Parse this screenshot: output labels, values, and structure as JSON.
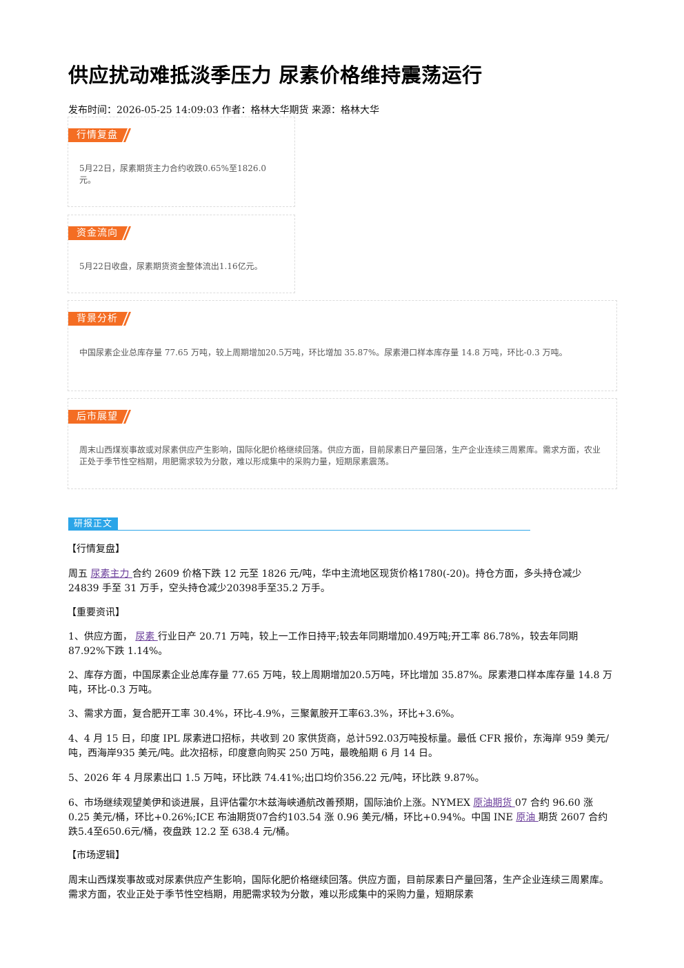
{
  "title": "供应扰动难抵淡季压力 尿素价格维持震荡运行",
  "meta": "发布时间：2026-05-25 14:09:03 作者：格林大华期货 来源：格林大华",
  "cards": {
    "review": {
      "tag": "行情复盘",
      "text": "5月22日，尿素期货主力合约收跌0.65%至1826.0元。"
    },
    "fund": {
      "tag": "资金流向",
      "text": "5月22日收盘，尿素期货资金整体流出1.16亿元。"
    },
    "background": {
      "tag": "背景分析",
      "text": "中国尿素企业总库存量 77.65 万吨，较上周期增加20.5万吨，环比增加 35.87%。尿素港口样本库存量 14.8 万吨，环比-0.3 万吨。"
    },
    "outlook": {
      "tag": "后市展望",
      "text": "周末山西煤炭事故或对尿素供应产生影响，国际化肥价格继续回落。供应方面，目前尿素日产量回落，生产企业连续三周累库。需求方面，农业正处于季节性空档期，用肥需求较为分散，难以形成集中的采购力量，短期尿素震荡。"
    }
  },
  "report": {
    "tag": "研报正文",
    "h_review": "【行情复盘】",
    "p_review": {
      "a": "周五 ",
      "link": "尿素主力 ",
      "b": "合约 2609 价格下跌 12 元至 1826 元/吨，华中主流地区现货价格1780(-20)。持仓方面，多头持仓减少 24839 手至 31 万手，空头持仓减少20398手至35.2 万手。"
    },
    "h_news": "【重要资讯】",
    "n1": {
      "a": "1、供应方面， ",
      "link": "尿素 ",
      "b": "行业日产 20.71 万吨，较上一工作日持平;较去年同期增加0.49万吨;开工率 86.78%，较去年同期 87.92%下跌 1.14%。"
    },
    "n2": "2、库存方面，中国尿素企业总库存量 77.65 万吨，较上周期增加20.5万吨，环比增加 35.87%。尿素港口样本库存量 14.8 万吨，环比-0.3 万吨。",
    "n3": "3、需求方面，复合肥开工率 30.4%，环比-4.9%，三聚氰胺开工率63.3%，环比+3.6%。",
    "n4": "4、4 月 15 日，印度 IPL 尿素进口招标，共收到 20 家供货商，总计592.03万吨投标量。最低 CFR 报价，东海岸 959 美元/吨，西海岸935 美元/吨。此次招标，印度意向购买 250 万吨，最晚船期 6 月 14 日。",
    "n5": "5、2026 年 4 月尿素出口 1.5 万吨，环比跌 74.41%;出口均价356.22 元/吨，环比跌 9.87%。",
    "n6": {
      "a": "6、市场继续观望美伊和谈进展，且评估霍尔木兹海峡通航改善预期，国际油价上涨。NYMEX ",
      "link1": "原油期货 ",
      "b": "07 合约 96.60 涨 0.25 美元/桶，环比+0.26%;ICE 布油期货07合约103.54 涨 0.96 美元/桶，环比+0.94%。中国 INE ",
      "link2": "原油 ",
      "c": "期货 2607 合约跌5.4至650.6元/桶，夜盘跌 12.2 至 638.4 元/桶。"
    },
    "h_logic": "【市场逻辑】",
    "p_logic": "周末山西煤炭事故或对尿素供应产生影响，国际化肥价格继续回落。供应方面，目前尿素日产量回落，生产企业连续三周累库。需求方面，农业正处于季节性空档期，用肥需求较为分散，难以形成集中的采购力量，短期尿素"
  }
}
